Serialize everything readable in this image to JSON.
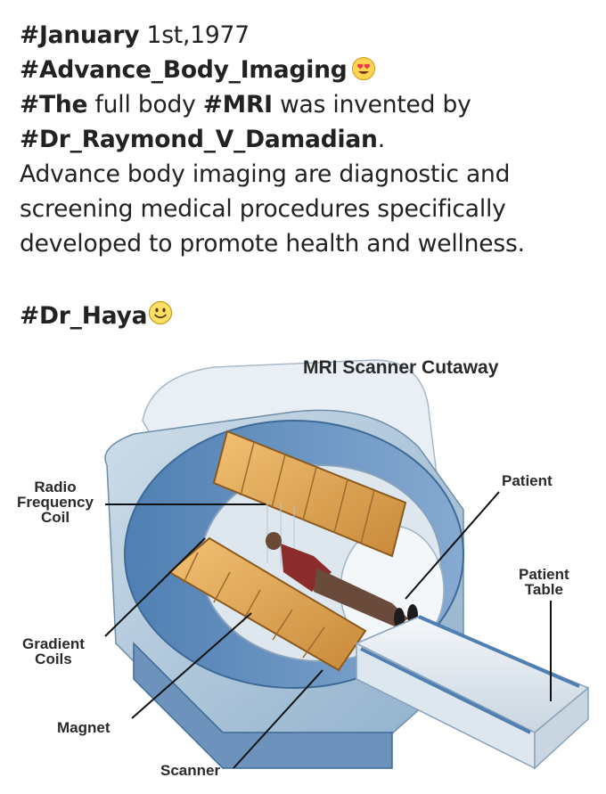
{
  "post": {
    "line1": {
      "tag": "#January",
      "rest": " 1st,1977"
    },
    "line2": {
      "tag": "#Advance_Body_Imaging",
      "emoji": "heart-eyes-emoji-icon"
    },
    "line3": {
      "tag1": "#The",
      "mid": " full body ",
      "tag2": "#MRI",
      "rest": " was invented by"
    },
    "line4": {
      "tag": "#Dr_Raymond_V_Damadian",
      "rest": "."
    },
    "line5": "Advance body imaging are diagnostic and",
    "line6": "screening medical procedures specifically",
    "line7": "developed to promote health and wellness.",
    "signature": {
      "tag": "#Dr_Haya",
      "emoji": "smiley-emoji-icon"
    }
  },
  "figure": {
    "title": "MRI Scanner Cutaway",
    "labels": {
      "radio_frequency_coil": "Radio\nFrequency\nCoil",
      "patient": "Patient",
      "patient_table": "Patient\nTable",
      "gradient_coils": "Gradient\nCoils",
      "magnet": "Magnet",
      "scanner": "Scanner"
    }
  }
}
